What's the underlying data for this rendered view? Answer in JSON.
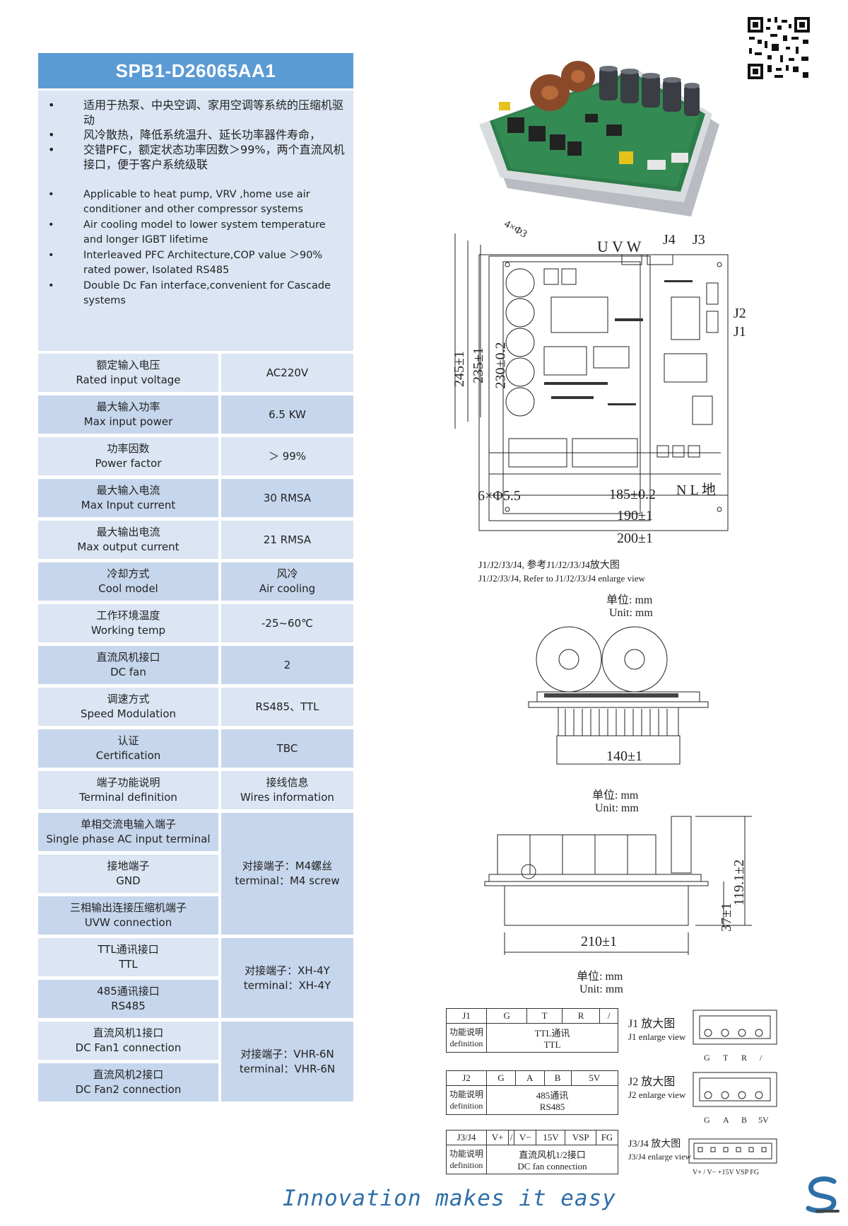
{
  "header": {
    "title": "SPB1-D26065AA1"
  },
  "features_cn": [
    "适用于热泵、中央空调、家用空调等系统的压缩机驱动",
    "风冷散热，降低系统温升、延长功率器件寿命，",
    "交错PFC，额定状态功率因数＞99%，两个直流风机接口，便于客户系统级联"
  ],
  "features_en": [
    "Applicable to heat pump, VRV ,home use air conditioner and other compressor systems",
    "Air cooling model to lower system temperature and longer IGBT lifetime",
    "Interleaved PFC Architecture,COP value ＞90% rated power, Isolated RS485",
    "Double Dc Fan interface,convenient for Cascade systems"
  ],
  "specs": [
    {
      "cn": "额定输入电压",
      "en": "Rated input voltage",
      "value": "AC220V"
    },
    {
      "cn": "最大输入功率",
      "en": "Max input power",
      "value": "6.5 KW"
    },
    {
      "cn": "功率因数",
      "en": "Power factor",
      "value": "＞ 99%"
    },
    {
      "cn": "最大输入电流",
      "en": "Max Input current",
      "value": "30 RMSA"
    },
    {
      "cn": "最大输出电流",
      "en": "Max output current",
      "value": "21 RMSA"
    },
    {
      "cn": "冷却方式",
      "en": "Cool model",
      "value": "风冷",
      "value2": "Air cooling"
    },
    {
      "cn": "工作环境温度",
      "en": "Working temp",
      "value": "-25~60℃"
    },
    {
      "cn": "直流风机接口",
      "en": "DC fan",
      "value": "2"
    },
    {
      "cn": "调速方式",
      "en": "Speed Modulation",
      "value": "RS485、TTL"
    },
    {
      "cn": "认证",
      "en": "Certification",
      "value": "TBC"
    },
    {
      "cn": "端子功能说明",
      "en": "Terminal definition",
      "value": "接线信息",
      "value2": "Wires information"
    }
  ],
  "terminals": [
    {
      "cn": "单相交流电输入端子",
      "en": "Single phase AC input terminal"
    },
    {
      "cn": "接地端子",
      "en": "GND"
    },
    {
      "cn": "三相输出连接压缩机端子",
      "en": "UVW connection"
    },
    {
      "cn": "TTL通讯接口",
      "en": "TTL"
    },
    {
      "cn": "485通讯接口",
      "en": "RS485"
    },
    {
      "cn": "直流风机1接口",
      "en": "DC Fan1 connection"
    },
    {
      "cn": "直流风机2接口",
      "en": "DC Fan2 connection"
    }
  ],
  "terminal_groups": [
    {
      "cn": "对接端子：M4螺丝",
      "en": "terminal：M4 screw"
    },
    {
      "cn": "对接端子：XH-4Y",
      "en": "terminal：XH-4Y"
    },
    {
      "cn": "对接端子：VHR-6N",
      "en": "terminal：VHR-6N"
    }
  ],
  "drawing_top": {
    "holes": "4×Φ3",
    "uvw": "U V W",
    "j4": "J4",
    "j3": "J3",
    "j2": "J2",
    "j1": "J1",
    "dim_245": "245±1",
    "dim_235": "235±1",
    "dim_230": "230±0.2",
    "holes6": "6×Φ5.5",
    "dim_185": "185±0.2",
    "dim_190": "190±1",
    "dim_200": "200±1",
    "nl": "N L 地",
    "note_cn": "J1/J2/J3/J4, 参考J1/J2/J3/J4放大图",
    "note_en": "J1/J2/J3/J4, Refer to J1/J2/J3/J4 enlarge view"
  },
  "unit": {
    "cn": "单位: mm",
    "en": "Unit: mm"
  },
  "drawing_side": {
    "dim_140": "140±1"
  },
  "drawing_front": {
    "dim_210": "210±1",
    "dim_119": "119.1±2",
    "dim_37": "37±1"
  },
  "j1_table": {
    "name": "J1",
    "pins": [
      "G",
      "T",
      "R",
      "/"
    ],
    "func_cn": "功能说明",
    "func_en": "definition",
    "desc_cn": "TTL通讯",
    "desc_en": "TTL",
    "zoom_cn": "J1 放大图",
    "zoom_en": "J1 enlarge view",
    "connector_pins": [
      "G",
      "T",
      "R",
      "/"
    ]
  },
  "j2_table": {
    "name": "J2",
    "pins": [
      "G",
      "A",
      "B",
      "5V"
    ],
    "func_cn": "功能说明",
    "func_en": "definition",
    "desc_cn": "485通讯",
    "desc_en": "RS485",
    "zoom_cn": "J2 放大图",
    "zoom_en": "J2 enlarge view",
    "connector_pins": [
      "G",
      "A",
      "B",
      "5V"
    ]
  },
  "j3_table": {
    "name": "J3/J4",
    "pins": [
      "V+",
      "/",
      "V−",
      "15V",
      "VSP",
      "FG"
    ],
    "func_cn": "功能说明",
    "func_en": "definition",
    "desc_cn": "直流风机1/2接口",
    "desc_en": "DC fan connection",
    "zoom_cn": "J3/J4 放大图",
    "zoom_en": "J3/J4 enlarge view",
    "connector_pins": "V+  /  V− +15V VSP FG"
  },
  "footer": {
    "slogan": "Innovation makes it easy",
    "logo": "S"
  },
  "colors": {
    "header_blue": "#5b9bd5",
    "row_dark": "#c6d6ec",
    "row_light": "#dbe5f3",
    "slogan": "#2f6fa8"
  }
}
